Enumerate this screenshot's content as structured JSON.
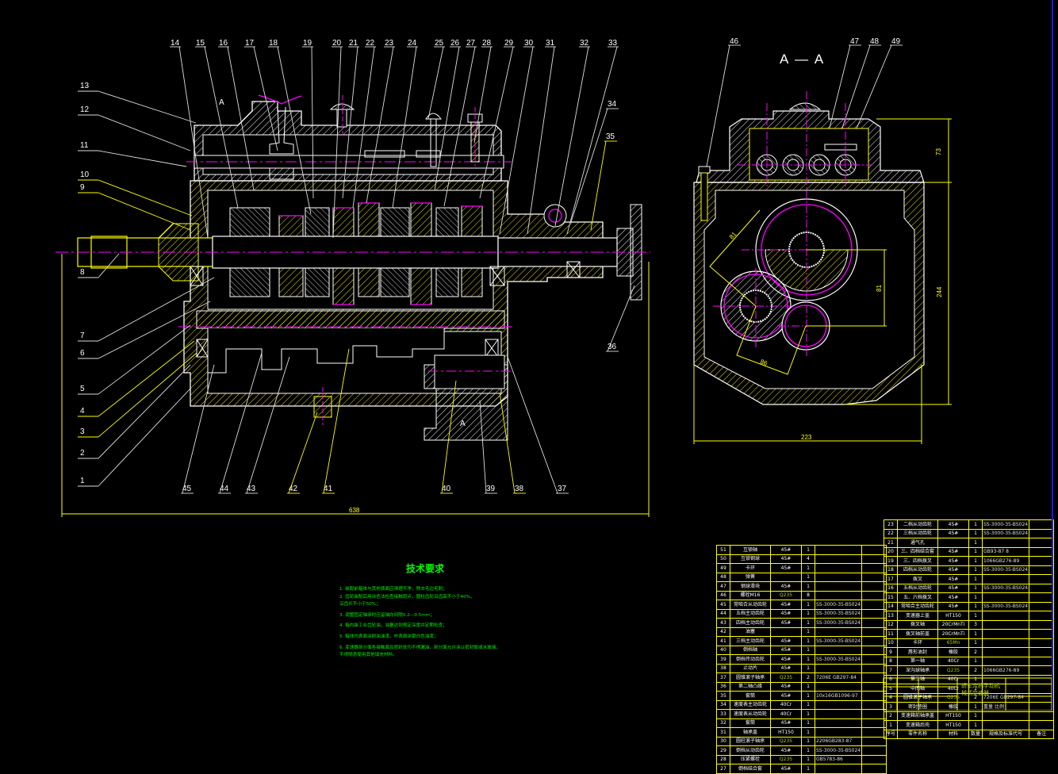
{
  "drawing": {
    "section_view_title": "A — A",
    "section_marker": "A",
    "leader_labels_top": [
      "14",
      "15",
      "16",
      "17",
      "18",
      "19",
      "20",
      "21",
      "22",
      "23",
      "24",
      "25",
      "26",
      "27",
      "28",
      "29",
      "30",
      "31",
      "32",
      "33"
    ],
    "leader_labels_left": [
      "13",
      "12",
      "11",
      "10",
      "9",
      "8",
      "7",
      "6",
      "5",
      "4",
      "3",
      "2",
      "1"
    ],
    "leader_labels_bottom": [
      "45",
      "44",
      "43",
      "42",
      "41",
      "40",
      "39",
      "38",
      "37"
    ],
    "leader_labels_right": [
      "34",
      "35",
      "36"
    ],
    "section_labels": [
      "46",
      "47",
      "48",
      "49"
    ],
    "dimensions": {
      "overall_length": "638",
      "section_height_top": "73",
      "section_height_total": "244",
      "section_width": "223",
      "center_distance_1": "81",
      "center_distance_2": "81",
      "center_distance_3": "86"
    },
    "colors": {
      "outline": "#ffffff",
      "hatch": "#ffff00",
      "centerline": "#ff00ff",
      "frame": "#ffff00",
      "edge": "#1a1aff"
    }
  },
  "requirements": {
    "title": "技术要求",
    "items": [
      "1. 装配前箱体与其他铸面应清理干净，除去毛边毛刺；",
      "2. 齿轮装配后用涂色法检查接触斑点，圆柱齿轮沿齿高不小于40%，",
      "    沿齿长不小于50%；",
      "3. 调整固定轴承时应留轴向间隙0.2—0.5mm；",
      "4. 箱内装工业齿轮油，油量达到规定深度并定期检查；",
      "5. 箱体内表面涂耐油油漆，外表面涂银白色油漆；",
      "6. 变速器剖分面各接触面及密封处均不得漏油，剖分面允许涂以密封胶或水玻璃，",
      "    不得随意使用其他填充材料。"
    ]
  },
  "bom_left": [
    {
      "no": "51",
      "name": "互锁轴",
      "material": "45#",
      "qty": "1",
      "std": ""
    },
    {
      "no": "50",
      "name": "互锁钢球",
      "material": "45#",
      "qty": "4",
      "std": ""
    },
    {
      "no": "49",
      "name": "卡环",
      "material": "45#",
      "qty": "1",
      "std": ""
    },
    {
      "no": "48",
      "name": "弹簧",
      "material": "",
      "qty": "1",
      "std": ""
    },
    {
      "no": "47",
      "name": "钢球滑块",
      "material": "45#",
      "qty": "1",
      "std": ""
    },
    {
      "no": "46",
      "name": "螺栓M16",
      "material": "Q235",
      "qty": "8",
      "std": ""
    },
    {
      "no": "45",
      "name": "常啮合从动齿轮",
      "material": "45#",
      "qty": "1",
      "std": "SS-3000-35-BS024"
    },
    {
      "no": "44",
      "name": "五档主动齿轮",
      "material": "45#",
      "qty": "1",
      "std": "SS-3000-35-BS024"
    },
    {
      "no": "43",
      "name": "四档主动齿轮",
      "material": "45#",
      "qty": "1",
      "std": "SS-3000-35-BS024"
    },
    {
      "no": "42",
      "name": "油塞",
      "material": "",
      "qty": "1",
      "std": ""
    },
    {
      "no": "41",
      "name": "三档主动齿轮",
      "material": "45#",
      "qty": "1",
      "std": "SS-3000-35-BS024"
    },
    {
      "no": "40",
      "name": "倒档轴",
      "material": "45#",
      "qty": "1",
      "std": ""
    },
    {
      "no": "39",
      "name": "倒档传动齿轮",
      "material": "45#",
      "qty": "1",
      "std": "SS-3000-35-BS024"
    },
    {
      "no": "38",
      "name": "止动片",
      "material": "45#",
      "qty": "1",
      "std": ""
    },
    {
      "no": "37",
      "name": "圆锥滚子轴承",
      "material": "Q235",
      "qty": "2",
      "std": "7206E GB297-84"
    },
    {
      "no": "36",
      "name": "第二轴凸缘",
      "material": "45#",
      "qty": "1",
      "std": ""
    },
    {
      "no": "35",
      "name": "套筒",
      "material": "45#",
      "qty": "1",
      "std": "10x16GB1096-97"
    },
    {
      "no": "34",
      "name": "速度表主动齿轮",
      "material": "40Cr",
      "qty": "1",
      "std": ""
    },
    {
      "no": "33",
      "name": "速度表从动齿轮",
      "material": "40Cr",
      "qty": "1",
      "std": ""
    },
    {
      "no": "32",
      "name": "套筒",
      "material": "45#",
      "qty": "1",
      "std": ""
    },
    {
      "no": "31",
      "name": "轴承盖",
      "material": "HT150",
      "qty": "1",
      "std": ""
    },
    {
      "no": "30",
      "name": "圆柱滚子轴承",
      "material": "Q235",
      "qty": "1",
      "std": "2206GB283-87"
    },
    {
      "no": "29",
      "name": "倒档从动齿轮",
      "material": "45#",
      "qty": "1",
      "std": "SS-3000-35-BS024"
    },
    {
      "no": "28",
      "name": "压紧螺栓",
      "material": "Q235",
      "qty": "1",
      "std": "GB5783-86"
    },
    {
      "no": "27",
      "name": "倒档结合套",
      "material": "45#",
      "qty": "1",
      "std": ""
    }
  ],
  "bom_right": [
    {
      "no": "23",
      "name": "二档从动齿轮",
      "material": "45#",
      "qty": "1",
      "std": "SS-3000-35-BS024"
    },
    {
      "no": "22",
      "name": "三档从动齿轮",
      "material": "45#",
      "qty": "1",
      "std": "SS-3000-35-BS024"
    },
    {
      "no": "21",
      "name": "通气孔",
      "material": "",
      "qty": "1",
      "std": ""
    },
    {
      "no": "20",
      "name": "三、四档结合套",
      "material": "45#",
      "qty": "1",
      "std": "GB93-87  8"
    },
    {
      "no": "19",
      "name": "三、四档拨叉",
      "material": "45#",
      "qty": "1",
      "std": "1066GB276-89"
    },
    {
      "no": "18",
      "name": "四档从动齿轮",
      "material": "45#",
      "qty": "1",
      "std": "SS-3000-35-BS024"
    },
    {
      "no": "17",
      "name": "拨叉",
      "material": "45#",
      "qty": "1",
      "std": ""
    },
    {
      "no": "16",
      "name": "五档从动齿轮",
      "material": "45#",
      "qty": "1",
      "std": "SS-3000-35-BS024"
    },
    {
      "no": "15",
      "name": "五、六档拨叉",
      "material": "45#",
      "qty": "1",
      "std": ""
    },
    {
      "no": "14",
      "name": "常啮合主动齿轮",
      "material": "45#",
      "qty": "1",
      "std": "SS-3000-35-BS024"
    },
    {
      "no": "13",
      "name": "变速器上盖",
      "material": "HT150",
      "qty": "1",
      "std": ""
    },
    {
      "no": "12",
      "name": "拨叉轴",
      "material": "20CrMnTi",
      "qty": "3",
      "std": ""
    },
    {
      "no": "11",
      "name": "拨叉轴前盖",
      "material": "20CrMnTi",
      "qty": "1",
      "std": ""
    },
    {
      "no": "10",
      "name": "卡环",
      "material": "65Mn",
      "qty": "1",
      "std": ""
    },
    {
      "no": "9",
      "name": "唇形油封",
      "material": "橡胶",
      "qty": "2",
      "std": ""
    },
    {
      "no": "8",
      "name": "第一轴",
      "material": "40Cr",
      "qty": "1",
      "std": ""
    },
    {
      "no": "7",
      "name": "深沟球轴承",
      "material": "Q235",
      "qty": "2",
      "std": "1066GB276-89"
    },
    {
      "no": "6",
      "name": "第二轴",
      "material": "40Cr",
      "qty": "1",
      "std": ""
    },
    {
      "no": "5",
      "name": "中间轴",
      "material": "40Cr",
      "qty": "1",
      "std": ""
    },
    {
      "no": "4",
      "name": "圆锥滚子轴承",
      "material": "Q235",
      "qty": "2",
      "std": "7206E GB297-84"
    },
    {
      "no": "3",
      "name": "密封垫圈",
      "material": "橡胶",
      "qty": "1",
      "std": ""
    },
    {
      "no": "2",
      "name": "变速箱前轴承盖",
      "material": "HT150",
      "qty": "1",
      "std": ""
    },
    {
      "no": "1",
      "name": "变速箱后壳",
      "material": "HT150",
      "qty": "1",
      "std": ""
    }
  ],
  "bom_header": {
    "no": "序号",
    "name": "零件名称",
    "material": "材料",
    "qty": "数量",
    "std": "规格及标准代号",
    "remark": "备注"
  },
  "title_block": {
    "drawing_name_line1": "轿车六档手动机",
    "drawing_name_line2": "械式变速器",
    "weight_label": "重量",
    "scale_label": "比例"
  }
}
